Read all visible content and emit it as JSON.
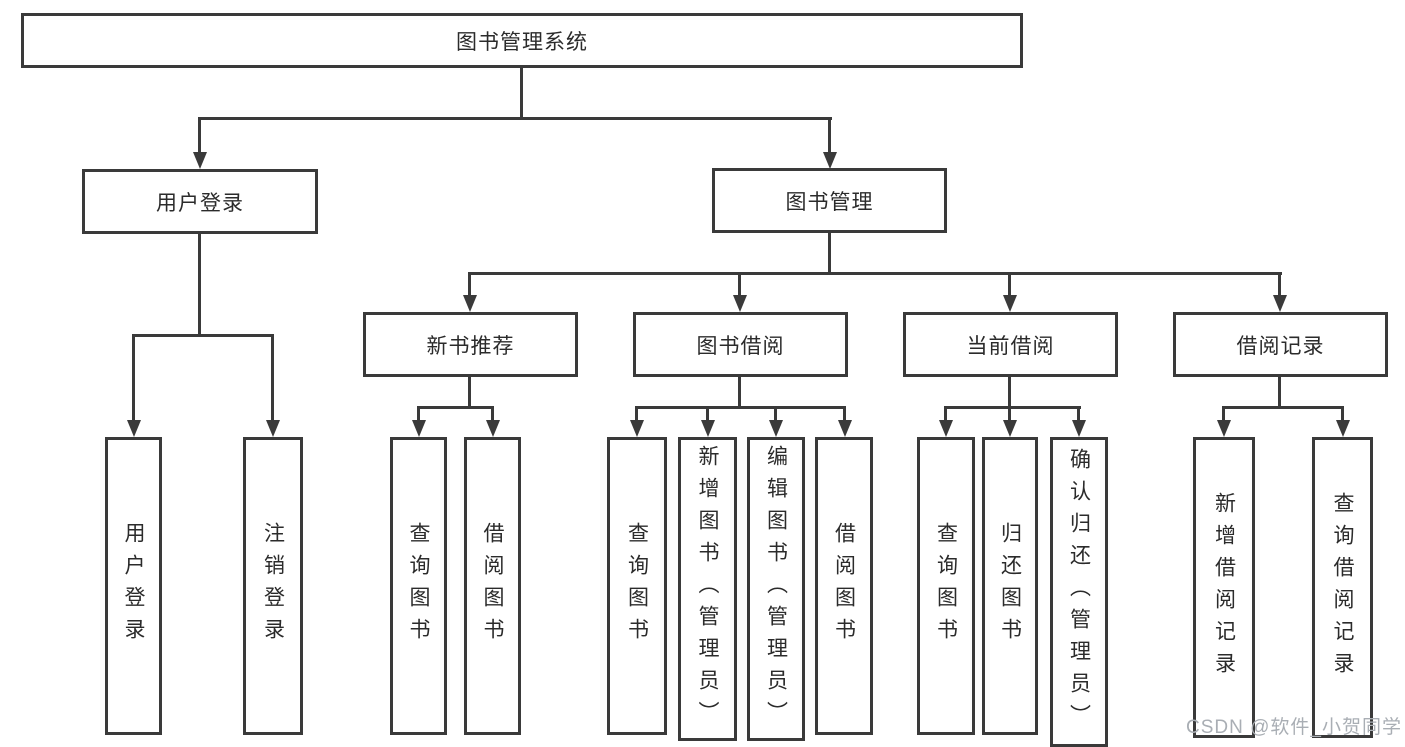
{
  "tree": {
    "root": {
      "label": "图书管理系统"
    },
    "level2": [
      {
        "id": "user-login",
        "label": "用户登录"
      },
      {
        "id": "book-management",
        "label": "图书管理"
      }
    ],
    "level3": [
      {
        "id": "new-book-recommend",
        "parent": "图书管理",
        "label": "新书推荐"
      },
      {
        "id": "book-borrow",
        "parent": "图书管理",
        "label": "图书借阅"
      },
      {
        "id": "current-borrow",
        "parent": "图书管理",
        "label": "当前借阅"
      },
      {
        "id": "borrow-record",
        "parent": "图书管理",
        "label": "借阅记录"
      }
    ],
    "leaves": [
      {
        "parent": "用户登录",
        "label": "用户登录"
      },
      {
        "parent": "用户登录",
        "label": "注销登录"
      },
      {
        "parent": "新书推荐",
        "label": "查询图书"
      },
      {
        "parent": "新书推荐",
        "label": "借阅图书"
      },
      {
        "parent": "图书借阅",
        "label": "查询图书"
      },
      {
        "parent": "图书借阅",
        "label": "新增图书（管理员）"
      },
      {
        "parent": "图书借阅",
        "label": "编辑图书（管理员）"
      },
      {
        "parent": "图书借阅",
        "label": "借阅图书"
      },
      {
        "parent": "当前借阅",
        "label": "查询图书"
      },
      {
        "parent": "当前借阅",
        "label": "归还图书"
      },
      {
        "parent": "当前借阅",
        "label": "确认归还（管理员）"
      },
      {
        "parent": "借阅记录",
        "label": "新增借阅记录"
      },
      {
        "parent": "借阅记录",
        "label": "查询借阅记录"
      }
    ]
  },
  "watermark": {
    "text": "CSDN @软件_小贺同学"
  },
  "colors": {
    "line": "#3a3a3a",
    "border": "#3a3a3a",
    "text": "#2b2b2b",
    "watermark": "#a9aeb4"
  }
}
